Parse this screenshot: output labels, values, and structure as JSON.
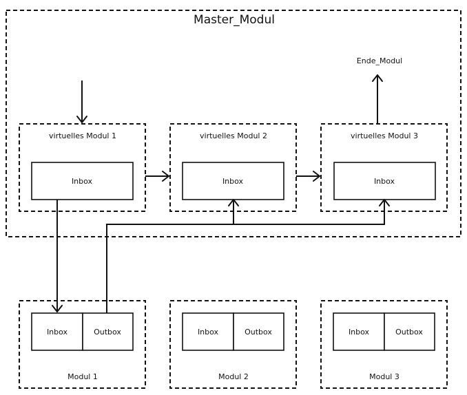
{
  "master": {
    "title": "Master_Modul"
  },
  "ende": {
    "label": "Ende_Modul"
  },
  "virtual_modules": [
    {
      "title": "virtuelles Modul 1",
      "inbox": "Inbox"
    },
    {
      "title": "virtuelles Modul 2",
      "inbox": "Inbox"
    },
    {
      "title": "virtuelles Modul 3",
      "inbox": "Inbox"
    }
  ],
  "modules": [
    {
      "title": "Modul 1",
      "inbox": "Inbox",
      "outbox": "Outbox"
    },
    {
      "title": "Modul 2",
      "inbox": "Inbox",
      "outbox": "Outbox"
    },
    {
      "title": "Modul 3",
      "inbox": "Inbox",
      "outbox": "Outbox"
    }
  ],
  "colors": {
    "stroke": "#111111",
    "background": "#ffffff"
  }
}
